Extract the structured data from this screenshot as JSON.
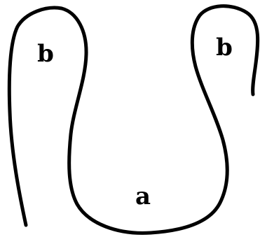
{
  "figure": {
    "labels": {
      "left_region": "b",
      "right_region": "b",
      "bottom_region": "a"
    },
    "colors": {
      "background": "#ffffff",
      "ink": "#000000"
    }
  }
}
